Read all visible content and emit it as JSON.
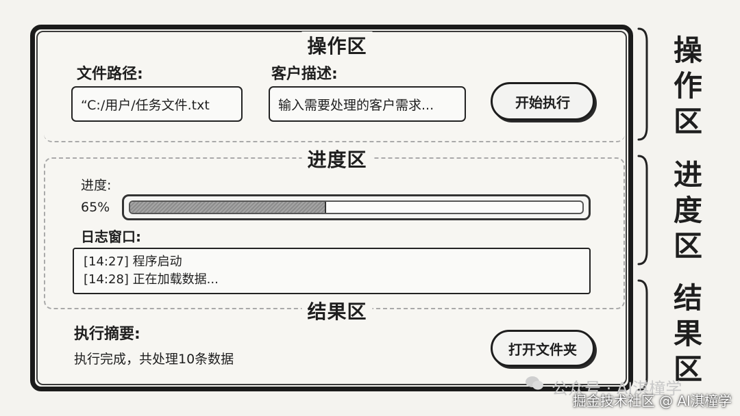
{
  "operation": {
    "title": "操作区",
    "file_path_label": "文件路径:",
    "file_path_value": "“C:/用户/任务文件.txt",
    "client_desc_label": "客户描述:",
    "client_desc_placeholder": "输入需要处理的客户需求...",
    "start_button": "开始执行"
  },
  "progress": {
    "title": "进度区",
    "label": "进度:",
    "percent_text": "65%",
    "value": 0.43,
    "log_label": "日志窗口:",
    "log_lines": [
      "[14:27] 程序启动",
      "[14:28] 正在加载数据..."
    ]
  },
  "result": {
    "title": "结果区",
    "summary_label": "执行摘要:",
    "summary_text": "执行完成，共处理10条数据",
    "open_folder_button": "打开文件夹"
  },
  "side_labels": {
    "operation": "操作区",
    "progress": "进度区",
    "result": "结果区"
  },
  "watermark": {
    "faded_text": "公众号 · AI淇橦学",
    "text": "掘金技术社区 @ AI淇橦学"
  }
}
